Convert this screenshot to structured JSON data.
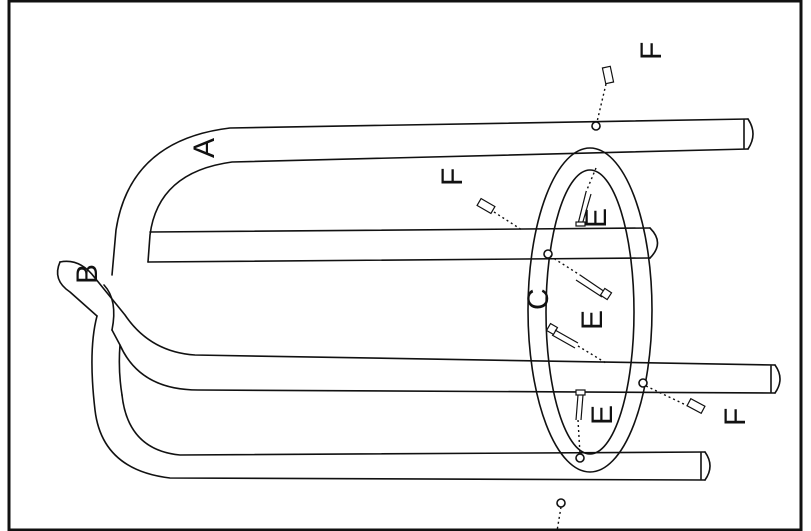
{
  "diagram": {
    "labels": {
      "A": "A",
      "B": "B",
      "C": "C",
      "E1": "E",
      "E2": "E",
      "E3": "E",
      "F1": "F",
      "F2": "F",
      "F3": "F"
    }
  }
}
